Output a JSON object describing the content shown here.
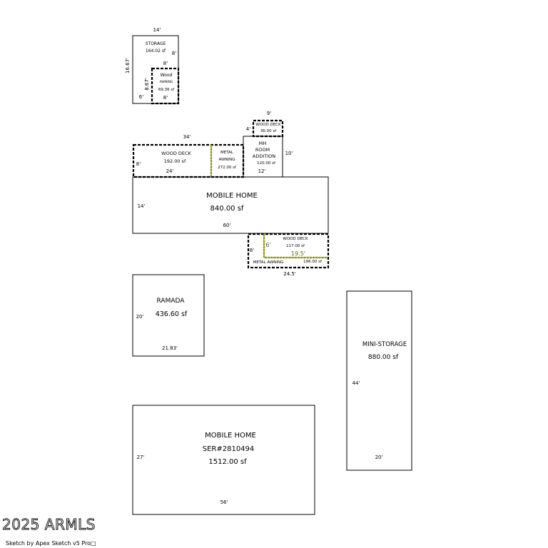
{
  "storage": {
    "name": "STORAGE",
    "area": "164.02 sf",
    "dim_top": "14'",
    "dim_left": "16.67'",
    "dim_inner_top": "8'",
    "dim_inner_right": "8'",
    "dim_bottom_left": "6'"
  },
  "wood_awning": {
    "name": "Wood",
    "name2": "AWNING",
    "area": "69.36 sf",
    "dim_left": "8.67'",
    "dim_bottom": "8'"
  },
  "wood_deck_small": {
    "name": "WOOD DECK",
    "area": "36.00 sf",
    "dim_top": "9'",
    "dim_left": "4'"
  },
  "wood_deck_left": {
    "name": "WOOD DECK",
    "area": "192.00 sf",
    "dim_top": "34'",
    "dim_left": "8'",
    "dim_bottom": "24'"
  },
  "metal_awning_top": {
    "name": "METAL",
    "name2": "AWNING",
    "area": "272.00 sf"
  },
  "room_addition": {
    "name": "MH",
    "name2": "ROOM",
    "name3": "ADDITION",
    "area": "120.00 sf",
    "dim_right": "10'",
    "dim_bottom": "12'"
  },
  "mobile_home_1": {
    "name": "MOBILE HOME",
    "area": "840.00 sf",
    "dim_left": "14'",
    "dim_bottom": "60'"
  },
  "wood_deck_right": {
    "name": "WOOD DECK",
    "area": "117.00 sf",
    "dim_left": "8'",
    "dim_inner": "6'",
    "dim_green": "19.5'",
    "dim_bottom": "24.5'"
  },
  "metal_awning_bottom": {
    "name": "METAL AWNING",
    "area": "196.00 sf"
  },
  "ramada": {
    "name": "RAMADA",
    "area": "436.60 sf",
    "dim_left": "20'",
    "dim_bottom": "21.83'"
  },
  "mini_storage": {
    "name": "MINI-STORAGE",
    "area": "880.00 sf",
    "dim_left": "44'",
    "dim_bottom": "20'"
  },
  "mobile_home_2": {
    "name": "MOBILE HOME",
    "serial": "SER#2810494",
    "area": "1512.00 sf",
    "dim_left": "27'",
    "dim_bottom": "56'"
  },
  "watermark": "2025 ARMLS",
  "footer": "Sketch by Apex Sketch v5 Pro□",
  "colors": {
    "outline": "#000000",
    "dotted_line": "#8f9a1e",
    "background": "#ffffff"
  }
}
